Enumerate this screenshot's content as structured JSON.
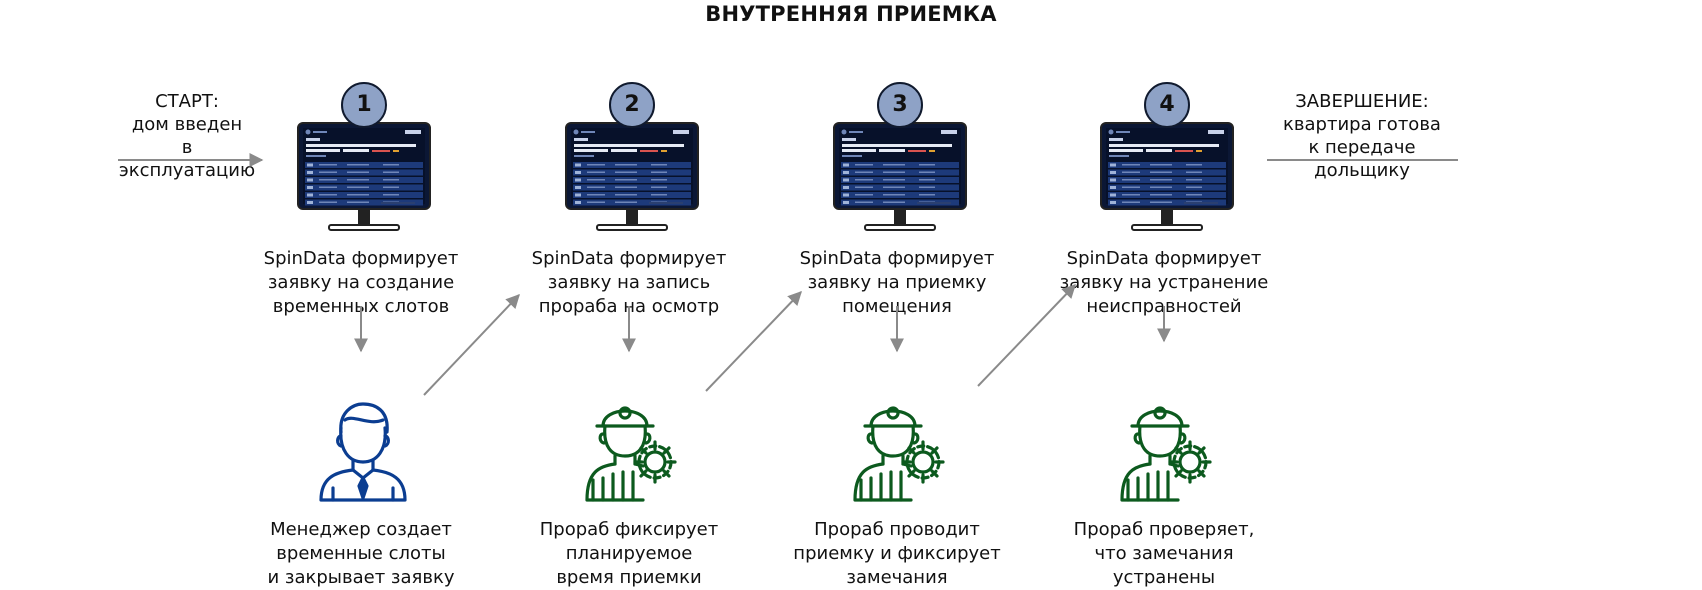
{
  "title": "ВНУТРЕННЯЯ ПРИЕМКА",
  "start_label": "СТАРТ:\nдом введен\nв эксплуатацию",
  "end_label": "ЗАВЕРШЕНИЕ:\nквартира готова\nк передаче дольщику",
  "steps": [
    {
      "number": "1",
      "system_text": "SpinData формирует\nзаявку на создание\nвременных слотов",
      "actor_icon": "manager-icon",
      "actor_text": "Менеджер создает\nвременные слоты\nи закрывает заявку"
    },
    {
      "number": "2",
      "system_text": "SpinData формирует\nзаявку на запись\nпрораба на осмотр",
      "actor_icon": "foreman-icon",
      "actor_text": "Прораб фиксирует\nпланируемое\nвремя приемки"
    },
    {
      "number": "3",
      "system_text": "SpinData формирует\nзаявку на приемку\nпомещения",
      "actor_icon": "foreman-icon",
      "actor_text": "Прораб проводит\nприемку и фиксирует\nзамечания"
    },
    {
      "number": "4",
      "system_text": "SpinData формирует\nзаявку на устранение\nнеисправностей",
      "actor_icon": "foreman-icon",
      "actor_text": "Прораб проверяет,\nчто замечания\nустранены"
    }
  ],
  "colors": {
    "badge": "#8ea2c6",
    "manager": "#0b3d91",
    "foreman": "#0c5a1e",
    "arrow": "#8a8a8a",
    "screen": "#0b1735"
  }
}
